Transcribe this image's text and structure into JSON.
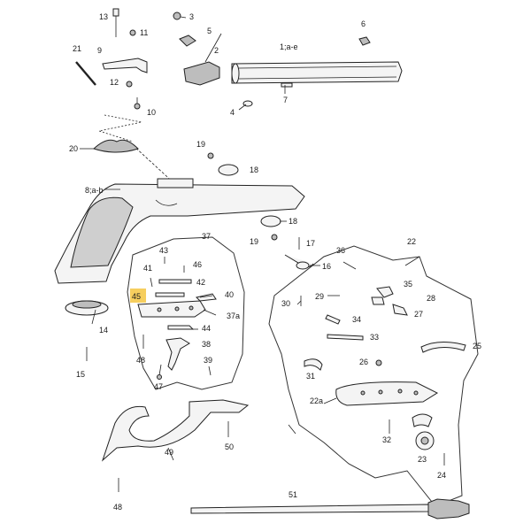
{
  "highlight_color": "#f5c542",
  "labels": {
    "l13": "13",
    "l3": "3",
    "l11": "11",
    "l5": "5",
    "l6": "6",
    "l21": "21",
    "l9": "9",
    "l2": "2",
    "l1ae": "1;a-e",
    "l12": "12",
    "l7": "7",
    "l4": "4",
    "l10": "10",
    "l20": "20",
    "l19a": "19",
    "l18a": "18",
    "l8ab": "8;a-b",
    "l18b": "18",
    "l19b": "19",
    "l17": "17",
    "l22": "22",
    "l37": "37",
    "l16": "16",
    "l43": "43",
    "l46": "46",
    "l41": "41",
    "l36": "36",
    "l42": "42",
    "l45": "45",
    "l40": "40",
    "l35": "35",
    "l29": "29",
    "l30": "30",
    "l28": "28",
    "l37a": "37a",
    "l27": "27",
    "l14": "14",
    "l34": "34",
    "l44": "44",
    "l38": "38",
    "l48a": "48",
    "l33": "33",
    "l25": "25",
    "l15": "15",
    "l39": "39",
    "l26": "26",
    "l31": "31",
    "l47": "47",
    "l22a": "22a",
    "l32": "32",
    "l49": "49",
    "l50": "50",
    "l23": "23",
    "l24": "24",
    "l48b": "48",
    "l51": "51"
  }
}
